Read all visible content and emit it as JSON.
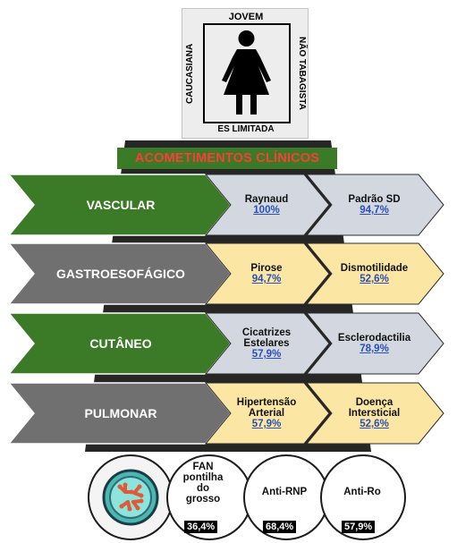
{
  "profile": {
    "top": "JOVEM",
    "bottom": "ES LIMITADA",
    "left": "CAUCASIANA",
    "right": "NÃO TABAGISTA"
  },
  "title": "ACOMETIMENTOS CLÍNICOS",
  "rows": [
    {
      "label": "VASCULAR",
      "items": [
        {
          "name": "Raynaud",
          "value": "100%"
        },
        {
          "name": "Padrão SD",
          "value": "94,7%"
        }
      ]
    },
    {
      "label": "GASTROESOFÁGICO",
      "items": [
        {
          "name": "Pirose",
          "value": "94,7%"
        },
        {
          "name": "Dismotilidade",
          "value": "52,6%"
        }
      ]
    },
    {
      "label": "CUTÂNEO",
      "items": [
        {
          "name": "Cicatrizes",
          "name2": "Estelares",
          "value": "57,9%"
        },
        {
          "name": "Esclerodactilia",
          "value": "78,9%"
        }
      ]
    },
    {
      "label": "PULMONAR",
      "items": [
        {
          "name": "Hipertensão",
          "name2": "Arterial",
          "value": "57,9%"
        },
        {
          "name": "Doença",
          "name2": "Intersticial",
          "value": "52,6%"
        }
      ]
    }
  ],
  "antibodies": [
    {
      "line1": "FAN",
      "line2": "pontilha",
      "line3": "do",
      "line4": "grosso",
      "value": "36,4%"
    },
    {
      "line1": "Anti-RNP",
      "value": "68,4%"
    },
    {
      "line1": "Anti-Ro",
      "value": "57,9%"
    }
  ],
  "colors": {
    "green": "#3b7a26",
    "gray": "#707070",
    "blue_chevron": "#d3d8e0",
    "yellow_chevron": "#fbe6a3",
    "title_text": "#ff3b3b",
    "link_blue": "#2a4fb5"
  }
}
